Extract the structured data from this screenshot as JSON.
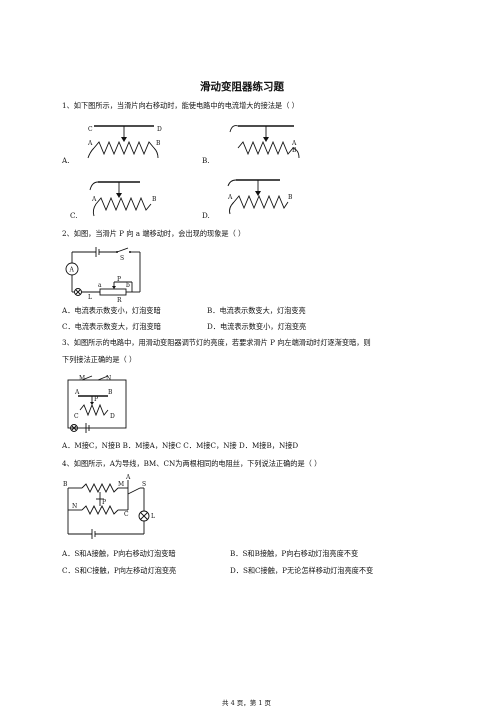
{
  "title": "滑动变阻器练习题",
  "q1": {
    "stem": "1、如下图所示，当滑片向右移动时，能使电路中的电流增大的接法是（    ）",
    "options": [
      "A.",
      "B.",
      "C.",
      "D."
    ]
  },
  "q2": {
    "stem": "2、如图，当滑片 P 向 a 端移动时，会出现的现象是（    ）",
    "options": [
      "A．电流表示数变小，灯泡变暗",
      "B．电流表示数变大，灯泡变亮",
      "C．电流表示数变大，灯泡变暗",
      "D．电流表示数变小，灯泡变亮"
    ]
  },
  "q3": {
    "stem1": "3、如图所示的电路中，用滑动变阻器调节灯的亮度，若要求滑片 P 向左端滑动时灯逐渐变暗，则",
    "stem2": "下列接法正确的是（     ）",
    "options": "A．M接C，N接B       B．M接A，N接C       C．M接C，N接     D．M接B，N接D"
  },
  "q4": {
    "stem": "4、如图所示，A为导线，BM、CN为两根相同的电阻丝，下列说法正确的是（     ）",
    "options": [
      "A．S和A接触，P向右移动灯泡变暗",
      "B．S和B接触，P向右移动灯泡亮度不变",
      "C．S和C接触，P向左移动灯泡变亮",
      "D．S和C接触，P无论怎样移动灯泡亮度不变"
    ]
  },
  "footer": "共 4 页，第 1 页",
  "figure_labels": {
    "c": "C",
    "d": "D",
    "a": "A",
    "b": "B",
    "s": "S",
    "p": "P",
    "r": "R",
    "l": "L",
    "m": "M",
    "n": "N",
    "ammeter": "A",
    "a_end": "a",
    "b_end": "b",
    "lamp2": "L"
  }
}
